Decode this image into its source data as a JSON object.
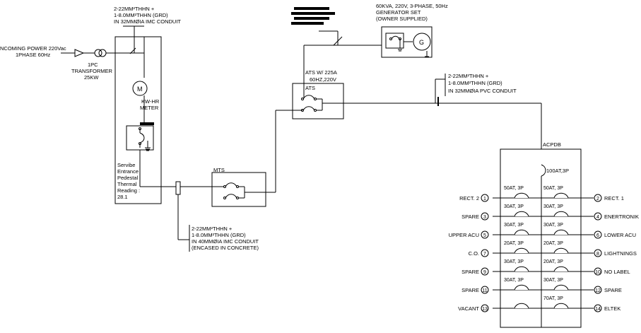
{
  "incoming": {
    "line1": "NCOMING POWER 220Vac",
    "line2": "1PHASE 60Hz"
  },
  "transformer": {
    "line1": "1PC",
    "line2": "TRANSFORMER",
    "line3": "25KW"
  },
  "conduit_top": {
    "line1": "2-22MM²THHN +",
    "line2": "1-8.0MM²THHN (GRD)",
    "line3": "IN 32MMØIA IMC CONDUIT"
  },
  "meter": {
    "symbol": "M",
    "line1": "KW-HR",
    "line2": "METER"
  },
  "service_entrance": {
    "lines": [
      "Servibe",
      "Entrance",
      "Pedestal",
      "Thermal",
      "Reading :",
      "28.1"
    ]
  },
  "generator": {
    "line1": "60KVA, 220V, 3-PHASE, 50Hz",
    "line2": "GENERATOR SET",
    "line3": "(OWNER SUPPLIED)",
    "symbol": "G"
  },
  "ats": {
    "line1": "ATS W/ 225A",
    "line2": "60HZ,220V",
    "line3": "ATS"
  },
  "conduit_pvc": {
    "line1": "2-22MM²THHN +",
    "line2": "1-8.0MM²THHN (GRD)",
    "line3": "IN 32MMØIA PVC CONDUIT"
  },
  "mts": {
    "label": "MTS"
  },
  "conduit_bottom": {
    "line1": "2-22MM²THHN +",
    "line2": "1-8.0MM²THHN (GRD)",
    "line3": "IN 40MMØIA IMC CONDUIT",
    "line4": "(ENCASED IN CONCRETE)"
  },
  "acpdb": {
    "title": "ACPDB",
    "main_breaker": "100AT,3P",
    "rows": [
      {
        "left_label": "RECT. 2",
        "left_num": "1",
        "left_rating": "50AT, 3P",
        "right_rating": "50AT, 3P",
        "right_num": "2",
        "right_label": "RECT. 1"
      },
      {
        "left_label": "SPARE",
        "left_num": "3",
        "left_rating": "30AT, 3P",
        "right_rating": "30AT, 3P",
        "right_num": "4",
        "right_label": "ENERTRONIK"
      },
      {
        "left_label": "UPPER ACU",
        "left_num": "5",
        "left_rating": "30AT, 3P",
        "right_rating": "30AT, 3P",
        "right_num": "6",
        "right_label": "LOWER ACU"
      },
      {
        "left_label": "C.O.",
        "left_num": "7",
        "left_rating": "20AT, 3P",
        "right_rating": "20AT, 3P",
        "right_num": "8",
        "right_label": "LIGHTNINGS"
      },
      {
        "left_label": "SPARE",
        "left_num": "9",
        "left_rating": "30AT, 3P",
        "right_rating": "20AT, 3P",
        "right_num": "10",
        "right_label": "NO LABEL"
      },
      {
        "left_label": "SPARE",
        "left_num": "11",
        "left_rating": "30AT, 3P",
        "right_rating": "30AT, 3P",
        "right_num": "12",
        "right_label": "SPARE"
      },
      {
        "left_label": "VACANT",
        "left_num": "13",
        "left_rating": "",
        "right_rating": "70AT, 3P",
        "right_num": "14",
        "right_label": "ELTEK"
      }
    ]
  }
}
